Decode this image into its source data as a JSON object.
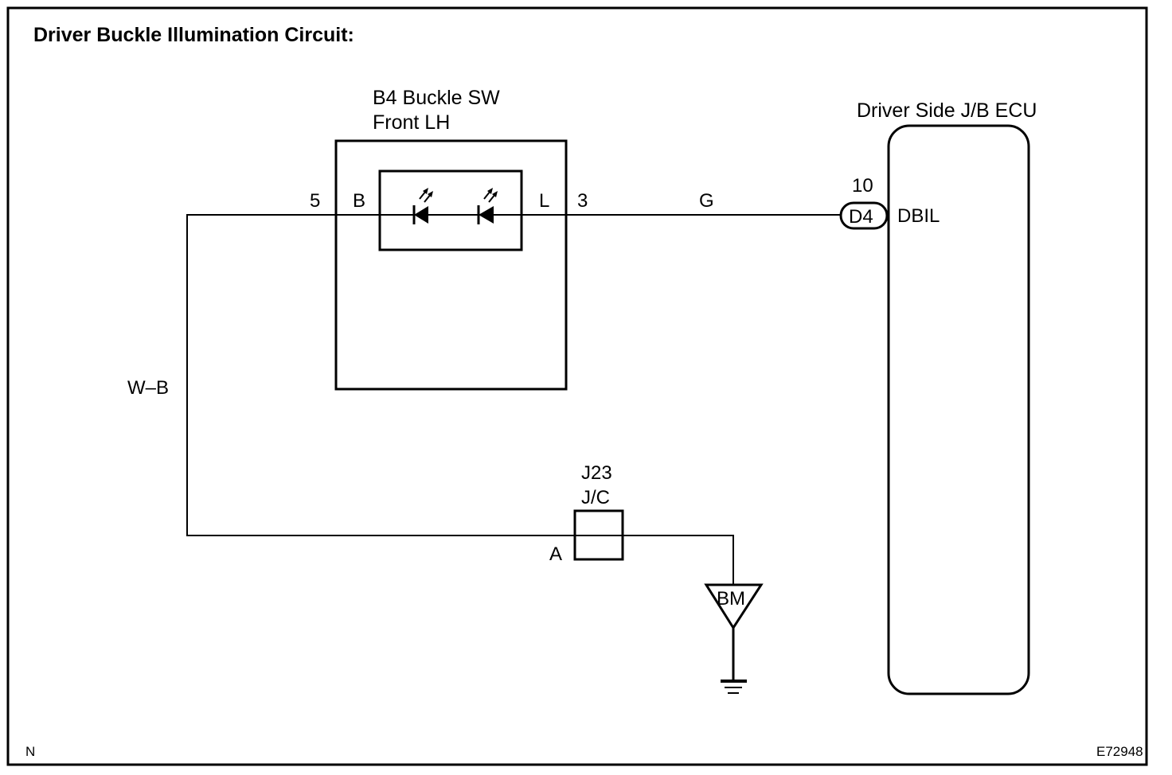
{
  "diagram": {
    "title": "Driver Buckle Illumination Circuit:",
    "footer_left": "N",
    "footer_right": "E72948",
    "line_color": "#000000",
    "background": "#ffffff"
  },
  "components": {
    "buckle_switch": {
      "name_line1": "B4 Buckle SW",
      "name_line2": "Front LH",
      "terminal_left": "B",
      "terminal_right": "L",
      "pin_left": "5",
      "pin_right": "3",
      "internal": [
        "LED",
        "LED"
      ]
    },
    "ecu": {
      "name": "Driver Side J/B ECU",
      "connector": "D4",
      "pin": "10",
      "terminal": "DBIL"
    },
    "junction": {
      "name_line1": "J23",
      "name_line2": "J/C",
      "terminal": "A"
    },
    "ground": {
      "label": "BM"
    }
  },
  "wires": {
    "left": {
      "color_code": "W–B"
    },
    "right": {
      "color_code": "G"
    }
  }
}
